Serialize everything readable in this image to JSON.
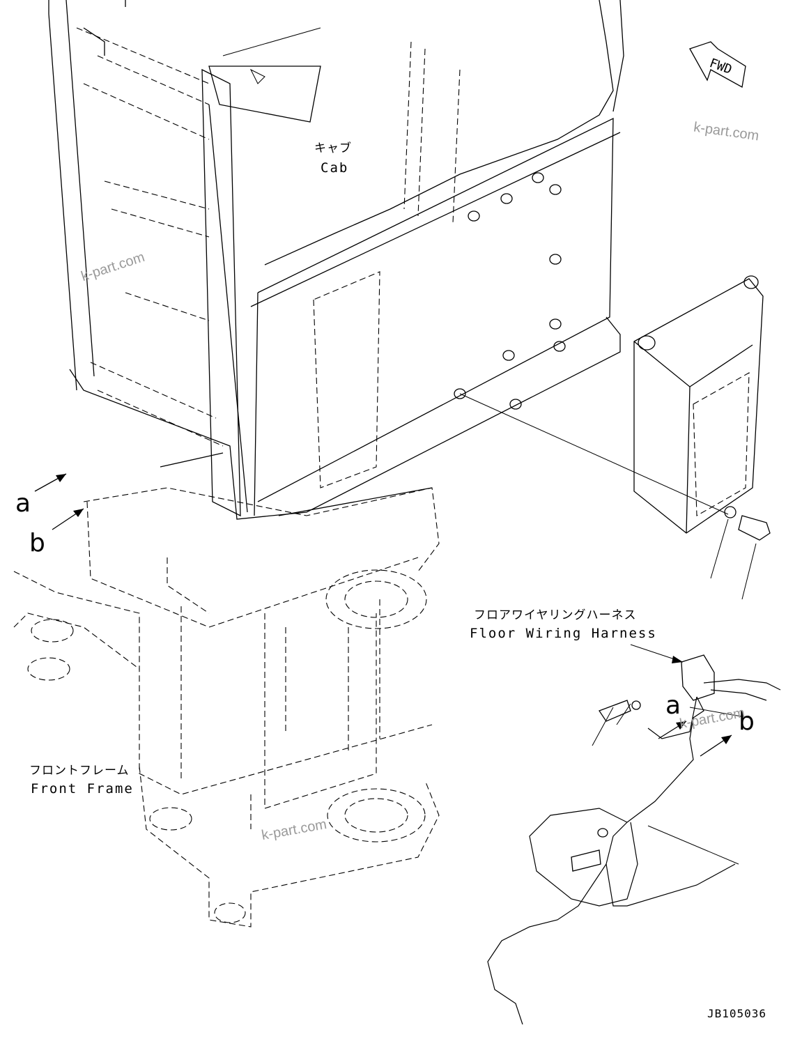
{
  "labels": {
    "cab_jp": "キャブ",
    "cab_en": "Cab",
    "harness_jp": "フロアワイヤリングハーネス",
    "harness_en": "Floor Wiring Harness",
    "frame_jp": "フロントフレーム",
    "frame_en": "Front Frame",
    "a_main": "a",
    "b_main": "b",
    "a_detail": "a",
    "b_detail": "b",
    "fwd": "FWD",
    "drawing_no": "JB105036"
  },
  "watermarks": [
    "k-part.com",
    "k-part.com",
    "k-part.com",
    "k-part.com"
  ],
  "icons": [
    "fwd-arrow-icon"
  ]
}
